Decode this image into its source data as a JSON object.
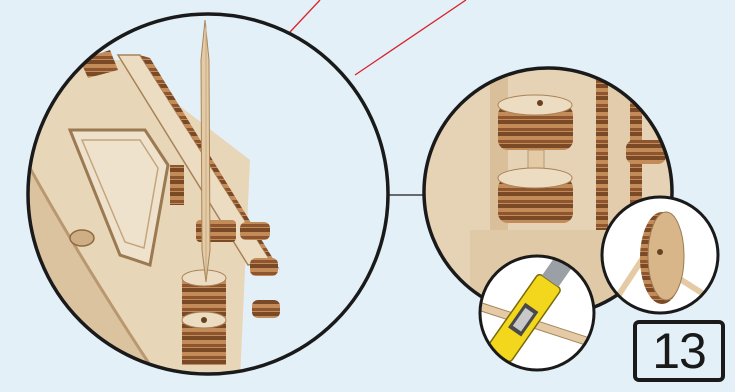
{
  "step": {
    "number": "13"
  },
  "colors": {
    "background": "#e3f0f8",
    "plywood": "#e6d2b4",
    "plywood_dark": "#c9ae86",
    "edge_brown": "#7a4a26",
    "edge_light": "#c38b58",
    "leader_line": "#d8232a",
    "circle_border": "#1a1a1a",
    "cutter_yellow": "#f2d71c"
  },
  "icons": {
    "main_detail": "toothpick-insertion-detail",
    "secondary_detail": "axle-pin-detail",
    "tool_inset": "utility-knife-icon",
    "result_inset": "wheel-on-pin-icon"
  }
}
